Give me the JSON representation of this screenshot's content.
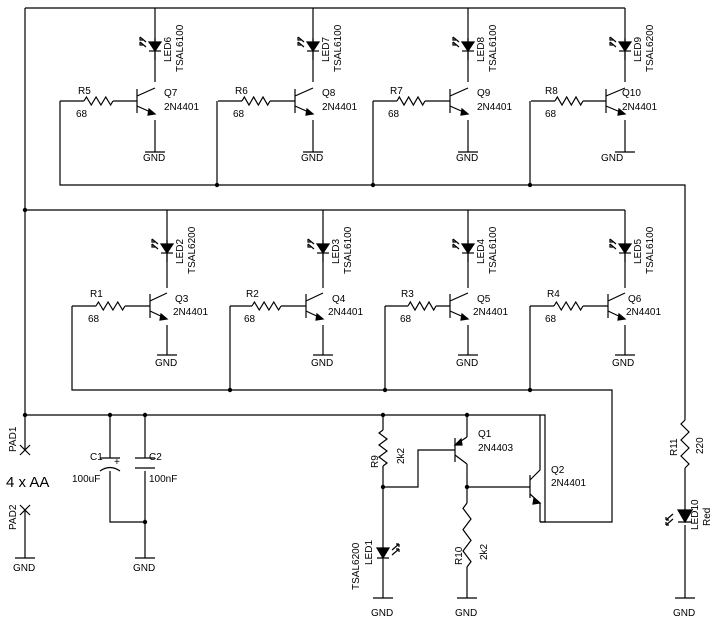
{
  "upper_row": [
    {
      "led_ref": "LED6",
      "led_part": "TSAL6100",
      "q_ref": "Q7",
      "q_part": "2N4401",
      "r_ref": "R5",
      "r_val": "68",
      "gnd": "GND"
    },
    {
      "led_ref": "LED7",
      "led_part": "TSAL6100",
      "q_ref": "Q8",
      "q_part": "2N4401",
      "r_ref": "R6",
      "r_val": "68",
      "gnd": "GND"
    },
    {
      "led_ref": "LED8",
      "led_part": "TSAL6100",
      "q_ref": "Q9",
      "q_part": "2N4401",
      "r_ref": "R7",
      "r_val": "68",
      "gnd": "GND"
    },
    {
      "led_ref": "LED9",
      "led_part": "TSAL6200",
      "q_ref": "Q10",
      "q_part": "2N4401",
      "r_ref": "R8",
      "r_val": "68",
      "gnd": "GND"
    }
  ],
  "lower_row": [
    {
      "led_ref": "LED2",
      "led_part": "TSAL6200",
      "q_ref": "Q3",
      "q_part": "2N4401",
      "r_ref": "R1",
      "r_val": "68",
      "gnd": "GND"
    },
    {
      "led_ref": "LED3",
      "led_part": "TSAL6100",
      "q_ref": "Q4",
      "q_part": "2N4401",
      "r_ref": "R2",
      "r_val": "68",
      "gnd": "GND"
    },
    {
      "led_ref": "LED4",
      "led_part": "TSAL6100",
      "q_ref": "Q5",
      "q_part": "2N4401",
      "r_ref": "R3",
      "r_val": "68",
      "gnd": "GND"
    },
    {
      "led_ref": "LED5",
      "led_part": "TSAL6100",
      "q_ref": "Q6",
      "q_part": "2N4401",
      "r_ref": "R4",
      "r_val": "68",
      "gnd": "GND"
    }
  ],
  "battery": {
    "pad_top": "PAD1",
    "pad_bottom": "PAD2",
    "label": "4 x AA",
    "gnd": "GND"
  },
  "capacitors": {
    "c1_ref": "C1",
    "c1_val": "100uF",
    "c2_ref": "C2",
    "c2_val": "100nF",
    "polarity": "+",
    "gnd": "GND"
  },
  "driver": {
    "r9_ref": "R9",
    "r9_val": "2k2",
    "led1_ref": "LED1",
    "led1_part": "TSAL6200",
    "q1_ref": "Q1",
    "q1_part": "2N4403",
    "q2_ref": "Q2",
    "q2_part": "2N4401",
    "r10_ref": "R10",
    "r10_val": "2k2",
    "gnd_a": "GND",
    "gnd_b": "GND"
  },
  "indicator": {
    "r11_ref": "R11",
    "r11_val": "220",
    "led10_ref": "LED10",
    "led10_color": "Red",
    "gnd": "GND"
  }
}
